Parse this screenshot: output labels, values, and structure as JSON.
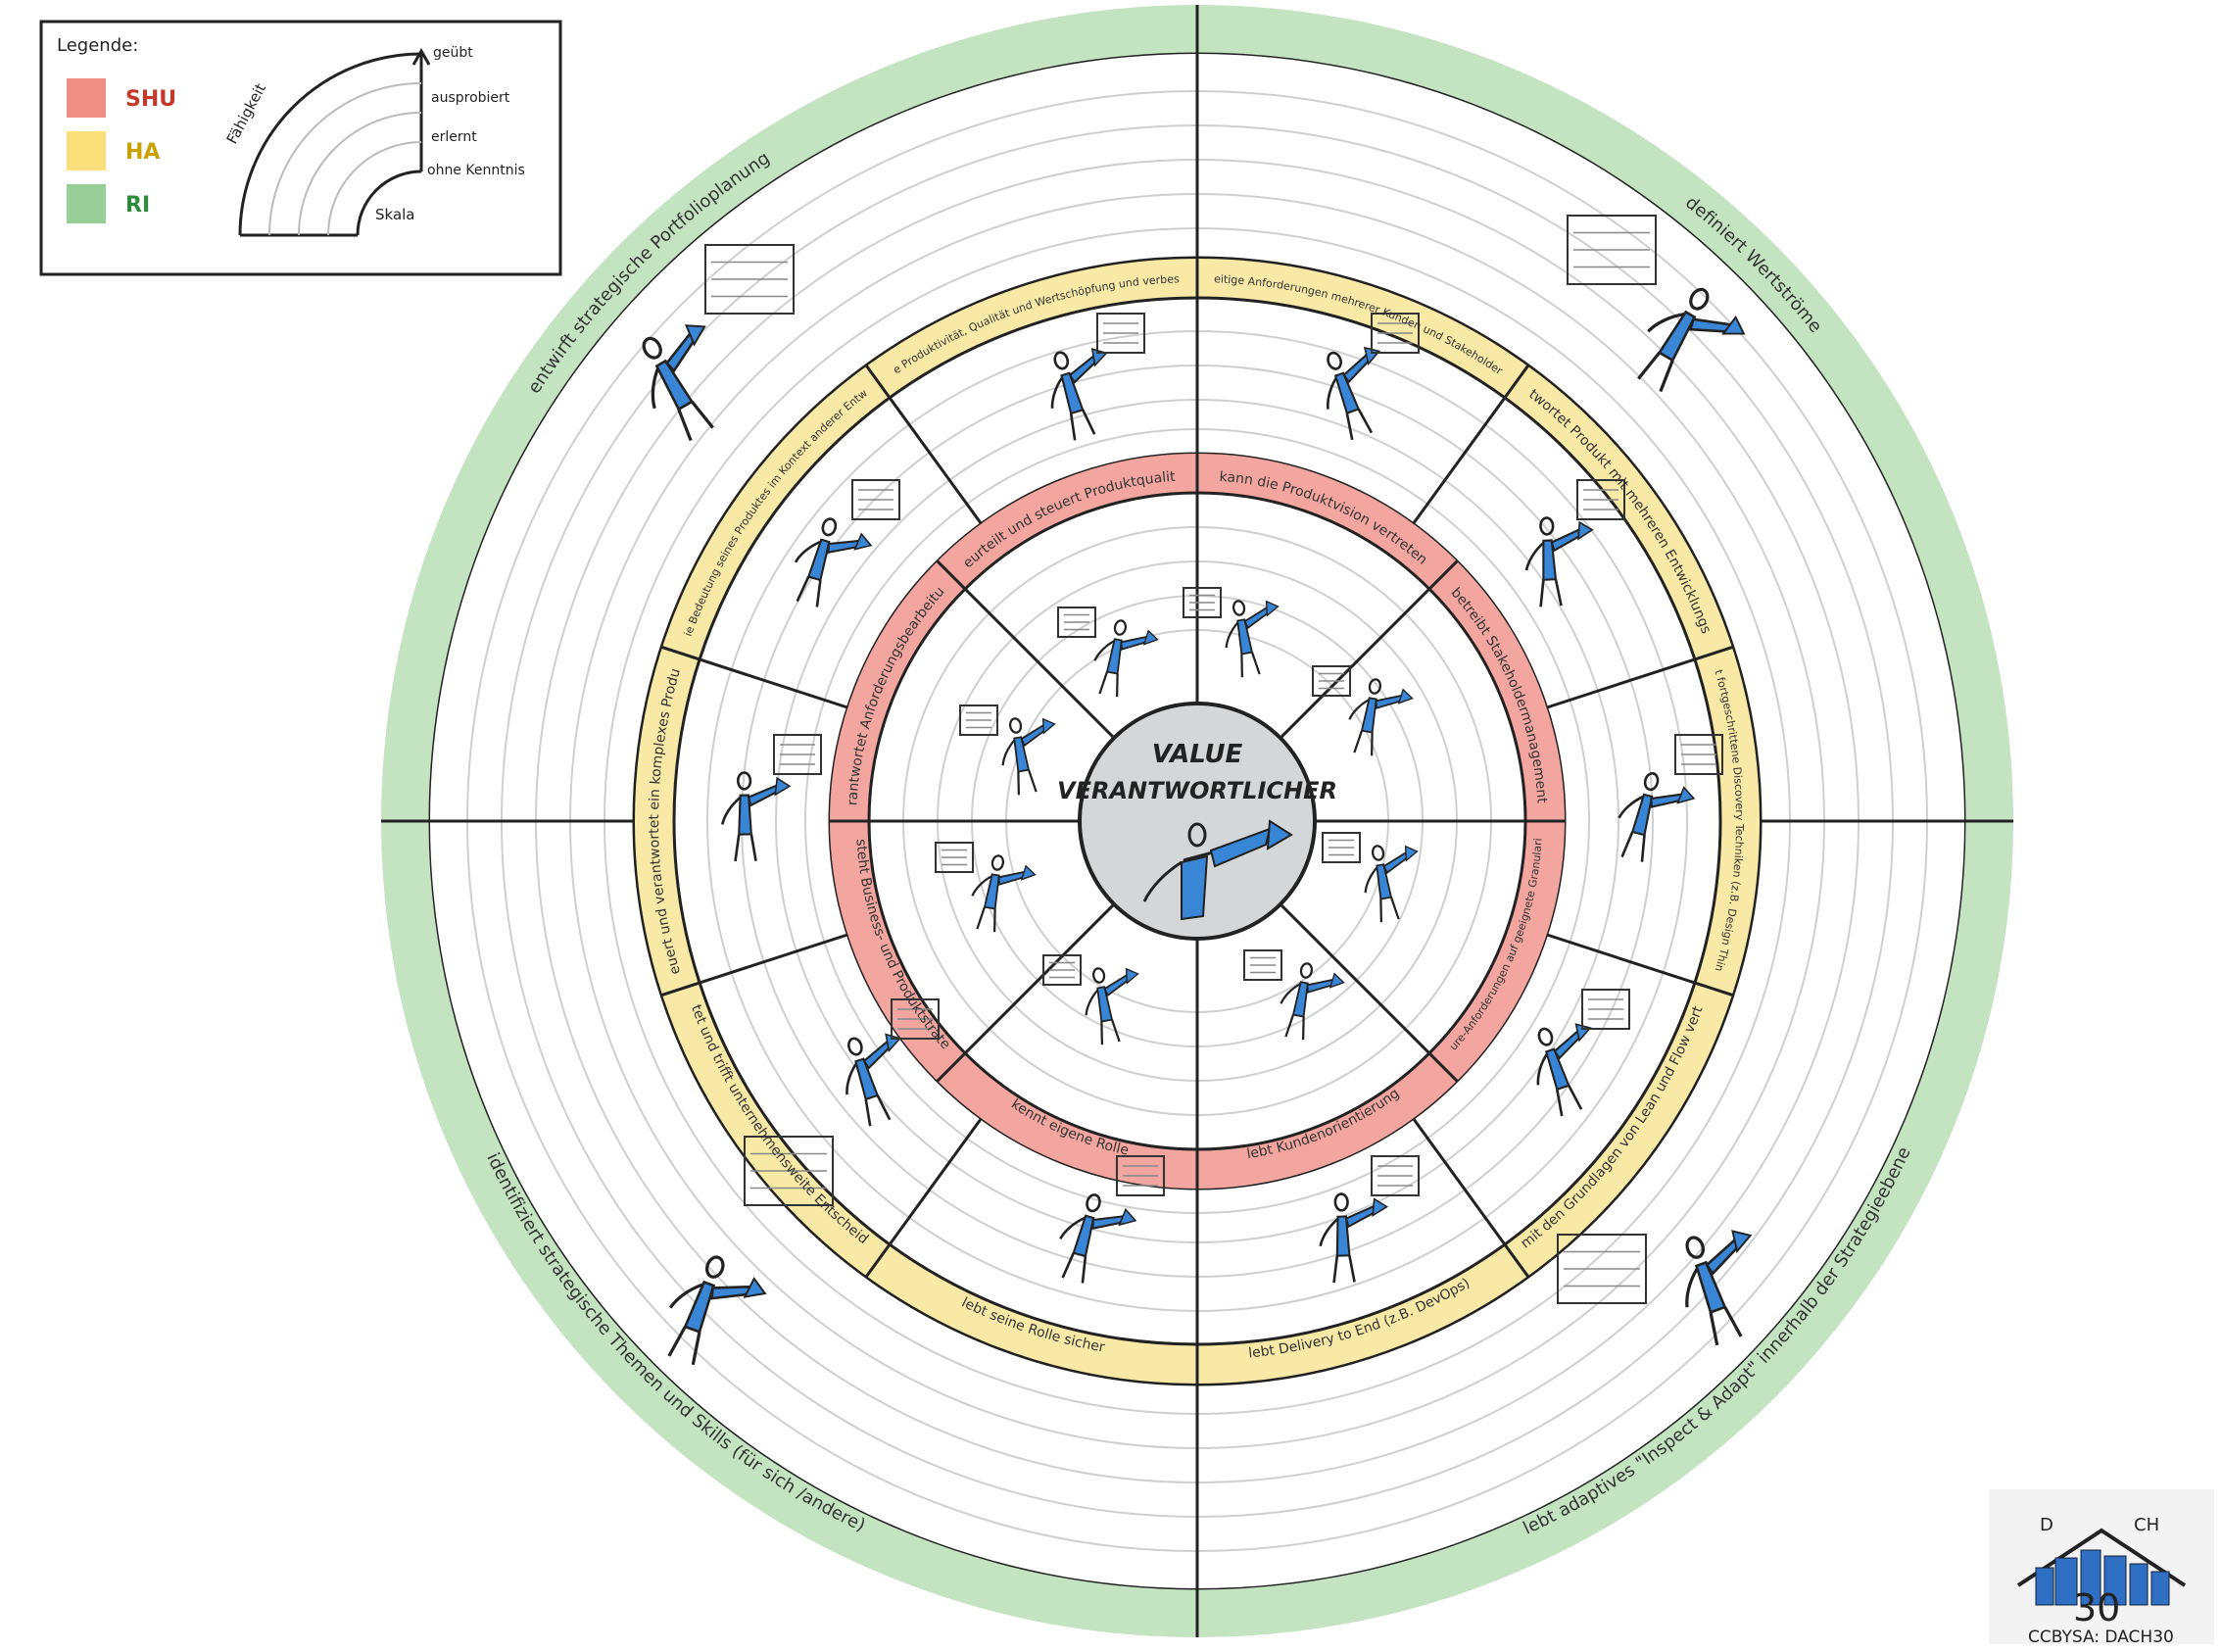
{
  "legend": {
    "title": "Legende:",
    "items": [
      {
        "label": "SHU",
        "color": "#f08f86",
        "text_color": "#c0392b"
      },
      {
        "label": "HA",
        "color": "#f9e07a",
        "text_color": "#c9a100"
      },
      {
        "label": "RI",
        "color": "#98cf98",
        "text_color": "#2e8b3a"
      }
    ],
    "axis_label": "Fähigkeit",
    "base_label": "Skala",
    "scale": [
      "geübt",
      "ausprobiert",
      "erlernt",
      "ohne Kenntnis"
    ]
  },
  "center": {
    "line1": "VALUE",
    "line2": "VERANTWORTLICHER"
  },
  "rings": {
    "shu": {
      "color": "#f3a59f",
      "labels": [
        "kann die Produktvision vertreten",
        "betreibt Stakeholdermanagement",
        "validiert Feature-Anforderungen auf geeignete Granularität & Nutzen",
        "lebt Kundenorientierung",
        "kennt eigene Rolle",
        "versteht Business- und Produktstrategie",
        "verantwortet Anforderungsbearbeitung",
        "beurteilt und steuert Produktqualität"
      ]
    },
    "ha": {
      "color": "#f9e9a6",
      "labels": [
        "priorisiert vielseitige Anforderungen mehrerer Kunden und Stakeholder an ein Produkt",
        "verantwortet Produkt mit mehreren Entwicklungsteams",
        "kennt fortgeschrittene Discovery Techniken (z.B. Design Thinking)",
        "ist mit den Grundlagen von Lean und Flow vertraut",
        "lebt Delivery to End (z.B. DevOps)",
        "lebt seine Rolle sicher",
        "bewertet und trifft unternehmensweite Entscheidungen",
        "steuert und verantwortet ein komplexes Produkt",
        "versteht die Bedeutung seines Produktes im Kontext anderer Entwicklungen",
        "misst seine Produktivität, Qualität und Wertschöpfung und verbessert diese"
      ]
    },
    "ri": {
      "color": "#c4e3c1",
      "labels": [
        "definiert Wertströme",
        "lebt adaptives \"Inspect & Adapt\" innerhalb der Strategieebene",
        "identifiziert strategische Themen und Skills (für sich /andere)",
        "entwirft strategische Portfolioplanung"
      ]
    }
  },
  "badge": {
    "letters_left": "D",
    "letters_right": "CH",
    "number": "30",
    "license": "CCBYSA: DACH30"
  }
}
